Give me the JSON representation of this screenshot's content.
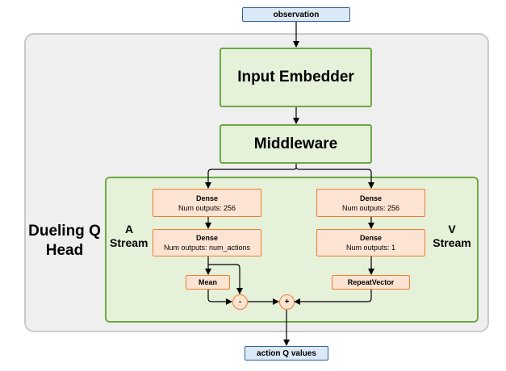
{
  "input": {
    "label": "observation"
  },
  "output": {
    "label": "action Q values"
  },
  "input_embedder": {
    "label": "Input Embedder"
  },
  "middleware": {
    "label": "Middleware"
  },
  "head": {
    "label_line1": "Dueling Q",
    "label_line2": "Head"
  },
  "a_stream": {
    "label_line1": "A",
    "label_line2": "Stream",
    "dense1": {
      "title": "Dense",
      "detail": "Num outputs: 256"
    },
    "dense2": {
      "title": "Dense",
      "detail": "Num outputs: num_actions"
    },
    "mean": {
      "label": "Mean"
    }
  },
  "v_stream": {
    "label_line1": "V",
    "label_line2": "Stream",
    "dense1": {
      "title": "Dense",
      "detail": "Num outputs: 256"
    },
    "dense2": {
      "title": "Dense",
      "detail": "Num outputs: 1"
    },
    "repeat": {
      "label": "RepeatVector"
    }
  },
  "ops": {
    "subtract": "-",
    "add": "+"
  },
  "colors": {
    "io_fill": "#dbe8f6",
    "io_border": "#2f5f93",
    "green_fill": "#e6f1da",
    "green_border": "#6ea844",
    "orange_fill": "#fde4d2",
    "orange_border": "#ed7d31",
    "outer_fill": "#efefef",
    "outer_border": "#c9c9c9"
  }
}
